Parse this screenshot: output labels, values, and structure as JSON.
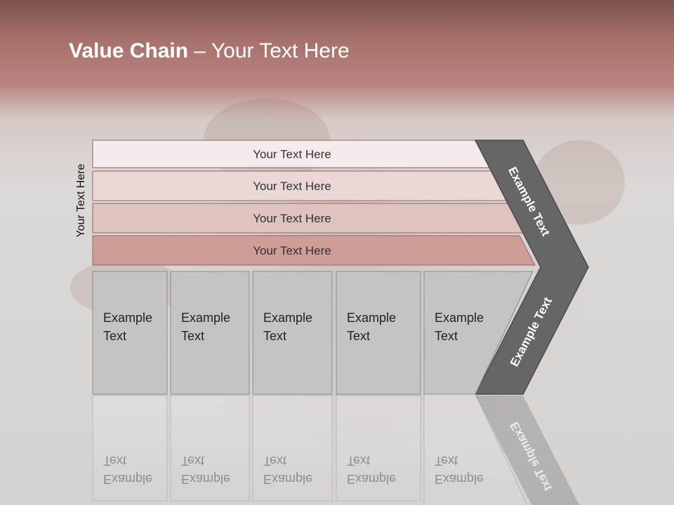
{
  "title": {
    "bold": "Value Chain",
    "rest": " – Your Text Here"
  },
  "side_label": "Your Text Here",
  "bands": [
    {
      "label": "Your Text Here",
      "color": "#f5ebea"
    },
    {
      "label": "Your Text Here",
      "color": "#ebd8d6"
    },
    {
      "label": "Your Text Here",
      "color": "#e0c2be"
    },
    {
      "label": "Your Text Here",
      "color": "#cf9d97"
    }
  ],
  "arrow": {
    "top_label": "Example Text",
    "bottom_label": "Example Text",
    "color": "#666666"
  },
  "boxes": [
    {
      "line1": "Example",
      "line2": "Text"
    },
    {
      "line1": "Example",
      "line2": "Text"
    },
    {
      "line1": "Example",
      "line2": "Text"
    },
    {
      "line1": "Example",
      "line2": "Text"
    },
    {
      "line1": "Example",
      "line2": "Text"
    }
  ],
  "colors": {
    "box_fill": "#c4c4c4",
    "header_top": "#7a5250",
    "header_mid": "#b98480"
  }
}
